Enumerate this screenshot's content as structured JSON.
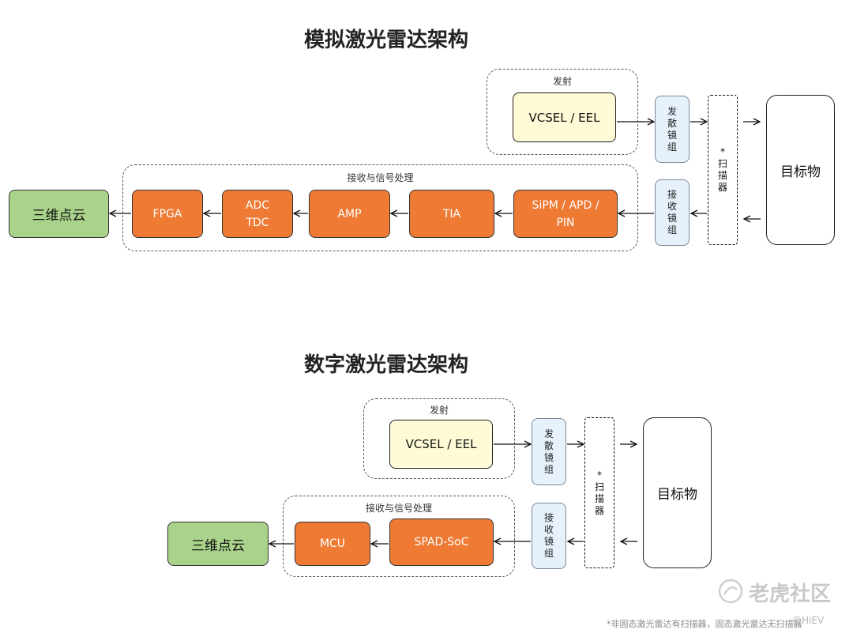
{
  "analog": {
    "title": "模拟激光雷达架构",
    "emit_group_label": "发射",
    "emitter": "VCSEL / EEL",
    "emit_optics": [
      "发",
      "散",
      "镜",
      "组"
    ],
    "scanner": [
      "*",
      "扫",
      "描",
      "器"
    ],
    "target": "目标物",
    "receive_optics": [
      "接",
      "收",
      "镜",
      "组"
    ],
    "rx_group_label": "接收与信号处理",
    "detector": [
      "SiPM / APD /",
      "PIN"
    ],
    "tia": "TIA",
    "amp": "AMP",
    "adc_tdc": [
      "ADC",
      "TDC"
    ],
    "fpga": "FPGA",
    "output": "三维点云"
  },
  "digital": {
    "title": "数字激光雷达架构",
    "emit_group_label": "发射",
    "emitter": "VCSEL / EEL",
    "emit_optics": [
      "发",
      "散",
      "镜",
      "组"
    ],
    "scanner": [
      "*",
      "扫",
      "描",
      "器"
    ],
    "target": "目标物",
    "receive_optics": [
      "接",
      "收",
      "镜",
      "组"
    ],
    "rx_group_label": "接收与信号处理",
    "spad": "SPAD-SoC",
    "mcu": "MCU",
    "output": "三维点云"
  },
  "watermark": "老虎社区",
  "watermark2": "@HiEV",
  "footnote": "*非固态激光雷达有扫描器，固态激光雷达无扫描器"
}
